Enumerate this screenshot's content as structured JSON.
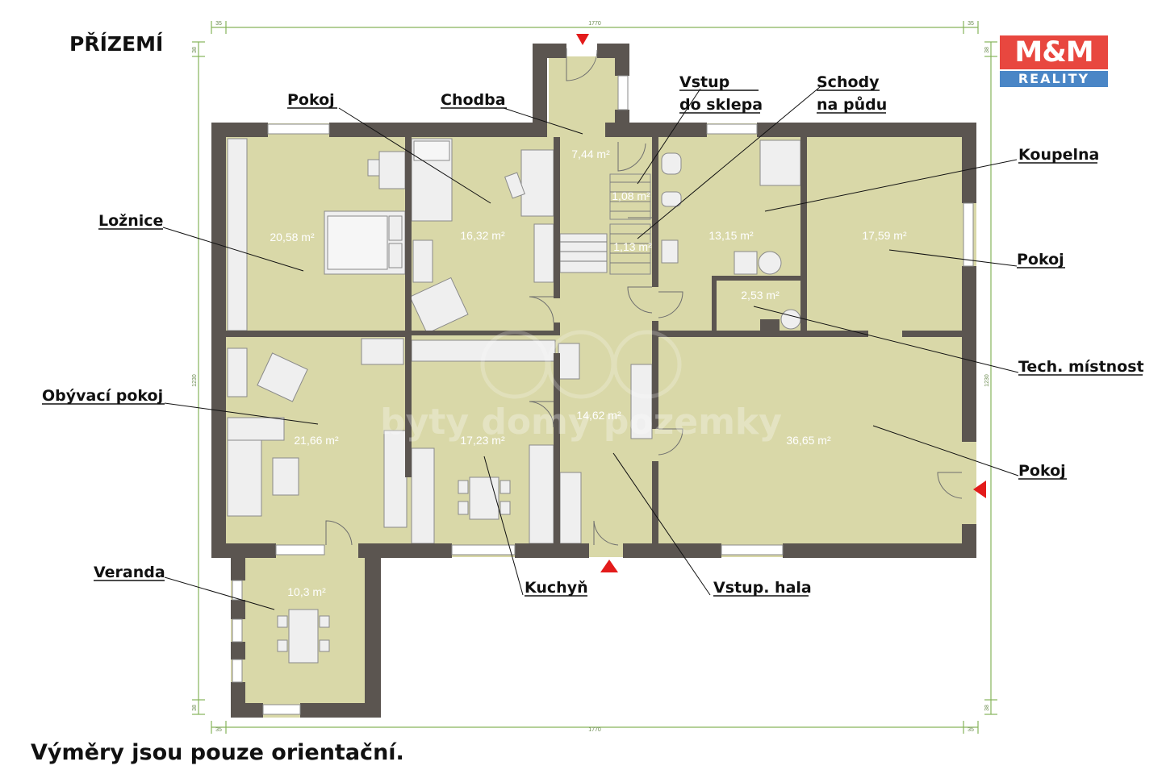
{
  "title": "PŘÍZEMÍ",
  "disclaimer": "Výměry jsou pouze orientační.",
  "logo": {
    "brand": "M&M",
    "sub": "REALITY"
  },
  "watermark": "byty domy pozemky",
  "colors": {
    "floor": "#d9d8a8",
    "wall": "#5b5550",
    "dimension": "#86b45a",
    "entry_arrow": "#e31b1b"
  },
  "dimensions": {
    "overall_width": "1770",
    "edge": "35",
    "side": "1230",
    "small": "38"
  },
  "room_areas": {
    "chodba": "7,44 m²",
    "vstup_do_sklepa": "1,08 m²",
    "schody_na_pudu": "1,13 m²",
    "loznice": "20,58 m²",
    "pokoj_1": "16,32 m²",
    "koupelna": "13,15 m²",
    "pokoj_2": "17,59 m²",
    "tech_mistnost": "2,53 m²",
    "obyvaci_pokoj": "21,66 m²",
    "kuchyn": "17,23 m²",
    "vstupni_hala": "14,62 m²",
    "pokoj_3": "36,65 m²",
    "veranda": "10,3 m²"
  },
  "labels": {
    "pokoj_1": "Pokoj",
    "chodba": "Chodba",
    "vstup_do_sklepa": [
      "Vstup",
      "do sklepa"
    ],
    "schody_na_pudu": [
      "Schody",
      "na půdu"
    ],
    "koupelna": "Koupelna",
    "loznice": "Ložnice",
    "pokoj_2": "Pokoj",
    "tech_mistnost": "Tech. místnost",
    "obyvaci_pokoj": "Obývací pokoj",
    "pokoj_3": "Pokoj",
    "veranda": "Veranda",
    "kuchyn": "Kuchyň",
    "vstupni_hala": "Vstup. hala"
  }
}
